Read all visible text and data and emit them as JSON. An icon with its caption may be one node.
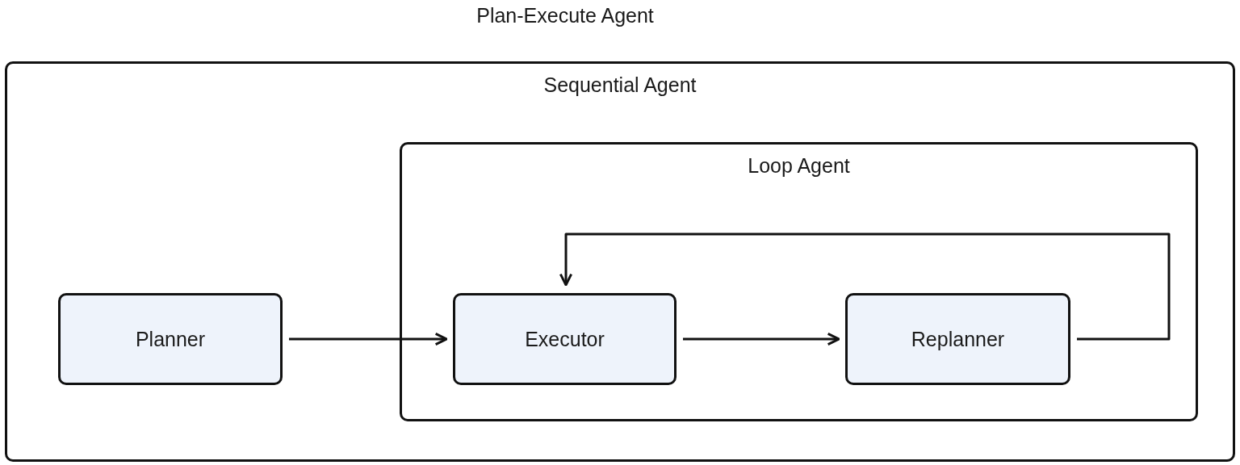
{
  "diagram": {
    "title": "Plan-Execute Agent",
    "nodes": [
      {
        "text": [
          "Sequential Agent"
        ]
      },
      {
        "text": [
          "Loop Agent"
        ],
        "in": 0
      },
      {
        "text": [
          "Planner"
        ],
        "in": 0
      },
      {
        "text": [
          "Executor"
        ],
        "in": 1
      },
      {
        "text": [
          "Replanner"
        ],
        "in": 1
      }
    ],
    "edges": [
      {
        "from": 2,
        "to": 3,
        "arrow": "to"
      },
      {
        "from": 3,
        "to": 4,
        "arrow": "to"
      },
      {
        "from": 4,
        "to": 3,
        "arrow": "to"
      }
    ]
  }
}
